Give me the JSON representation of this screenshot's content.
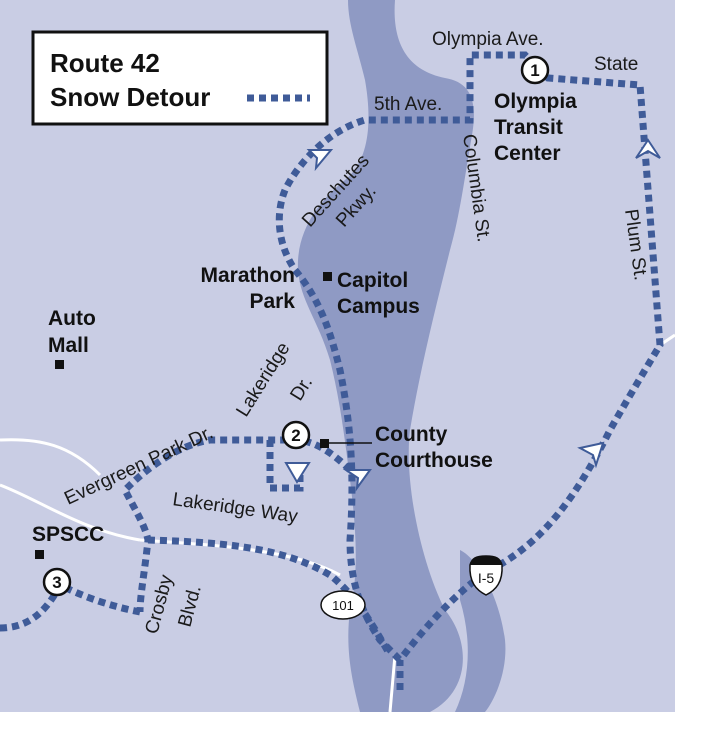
{
  "legend": {
    "line1": "Route 42",
    "line2": "Snow Detour"
  },
  "colors": {
    "land": "#c9cde4",
    "water": "#8f9ac4",
    "route": "#3f5b98",
    "road": "#ffffff",
    "text": "#111111"
  },
  "streets": {
    "olympia_ave": "Olympia Ave.",
    "state": "State",
    "fifth_ave": "5th Ave.",
    "deschutes_1": "Deschutes",
    "deschutes_2": "Pkwy.",
    "columbia": "Columbia St.",
    "plum": "Plum St.",
    "lakeridge_dr_1": "Lakeridge",
    "lakeridge_dr_2": "Dr.",
    "evergreen": "Evergreen Park Dr.",
    "lakeridge_way": "Lakeridge Way",
    "crosby_1": "Crosby",
    "crosby_2": "Blvd."
  },
  "places": {
    "transit_1": "Olympia",
    "transit_2": "Transit",
    "transit_3": "Center",
    "marathon_1": "Marathon",
    "marathon_2": "Park",
    "capitol_1": "Capitol",
    "capitol_2": "Campus",
    "auto_1": "Auto",
    "auto_2": "Mall",
    "courthouse_1": "County",
    "courthouse_2": "Courthouse",
    "spscc": "SPSCC"
  },
  "stops": [
    {
      "number": "1"
    },
    {
      "number": "2"
    },
    {
      "number": "3"
    }
  ],
  "shields": {
    "interstate": "I-5",
    "highway": "101"
  },
  "icons": [
    "direction-arrow-icon",
    "place-marker-icon",
    "interstate-shield-icon",
    "highway-shield-icon"
  ]
}
